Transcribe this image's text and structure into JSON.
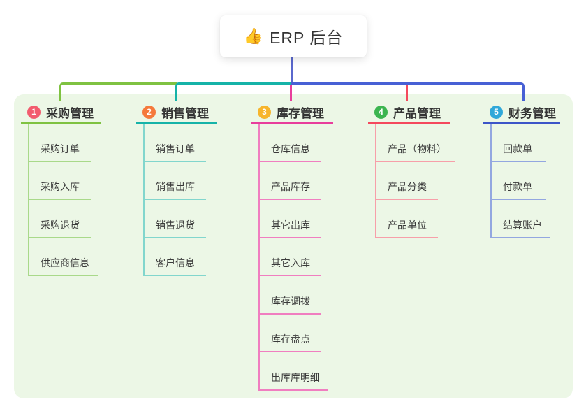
{
  "root": {
    "icon": "👍",
    "label": "ERP 后台"
  },
  "panel_bg": "#ecf7e6",
  "connectors": {
    "root_vertical": "#5a68cd",
    "bus_left_green": "#7fc241",
    "bus_mid_teal": "#16b3a8",
    "bus_right_blue": "#4760d5",
    "drop_inventory_magenta": "#e83e9c",
    "drop_product_red": "#f4495d"
  },
  "branches": [
    {
      "badge": "1",
      "label": "采购管理",
      "badge_color": "#f25c6e",
      "line_color": "#7fc241",
      "child_line_color": "#a9d98a",
      "children": [
        "采购订单",
        "采购入库",
        "采购退货",
        "供应商信息"
      ]
    },
    {
      "badge": "2",
      "label": "销售管理",
      "badge_color": "#f5793b",
      "line_color": "#16b3a8",
      "child_line_color": "#82d6cd",
      "children": [
        "销售订单",
        "销售出库",
        "销售退货",
        "客户信息"
      ]
    },
    {
      "badge": "3",
      "label": "库存管理",
      "badge_color": "#f7b52c",
      "line_color": "#e83e9c",
      "child_line_color": "#f07ec0",
      "children": [
        "仓库信息",
        "产品库存",
        "其它出库",
        "其它入库",
        "库存调拨",
        "库存盘点",
        "出库库明细"
      ]
    },
    {
      "badge": "4",
      "label": "产品管理",
      "badge_color": "#3cb550",
      "line_color": "#f4495d",
      "child_line_color": "#f79fa9",
      "children": [
        "产品（物料）",
        "产品分类",
        "产品单位"
      ]
    },
    {
      "badge": "5",
      "label": "财务管理",
      "badge_color": "#30a8d9",
      "line_color": "#3c55c8",
      "child_line_color": "#93a7e0",
      "children": [
        "回款单",
        "付款单",
        "结算账户"
      ]
    }
  ]
}
